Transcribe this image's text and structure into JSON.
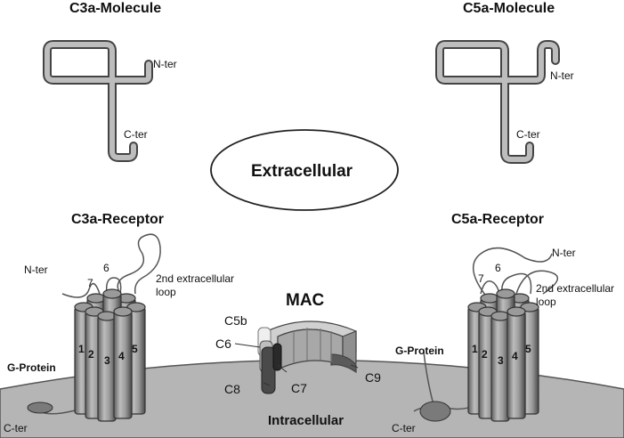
{
  "c3a_molecule": {
    "title": "C3a-Molecule",
    "n_ter": "N-ter",
    "c_ter": "C-ter"
  },
  "c5a_molecule": {
    "title": "C5a-Molecule",
    "n_ter": "N-ter",
    "c_ter": "C-ter"
  },
  "extracellular": "Extracellular",
  "intracellular": "Intracellular",
  "c3a_receptor": {
    "title": "C3a-Receptor",
    "n_ter": "N-ter",
    "c_ter": "C-ter",
    "loop_line1": "2nd extracellular",
    "loop_line2": "loop",
    "g_protein": "G-Protein",
    "helices": [
      "1",
      "2",
      "3",
      "4",
      "5",
      "6",
      "7"
    ]
  },
  "c5a_receptor": {
    "title": "C5a-Receptor",
    "n_ter": "N-ter",
    "c_ter": "C-ter",
    "loop_line1": "2nd extracellular",
    "loop_line2": "loop",
    "g_protein": "G-Protein",
    "helices": [
      "1",
      "2",
      "3",
      "4",
      "5",
      "6",
      "7"
    ]
  },
  "mac": {
    "title": "MAC",
    "components": [
      "C5b",
      "C6",
      "C7",
      "C8",
      "C9"
    ]
  },
  "colors": {
    "membrane": "#b8b8b8",
    "tube": "#a9a9a9",
    "tube_edge": "#555555"
  }
}
